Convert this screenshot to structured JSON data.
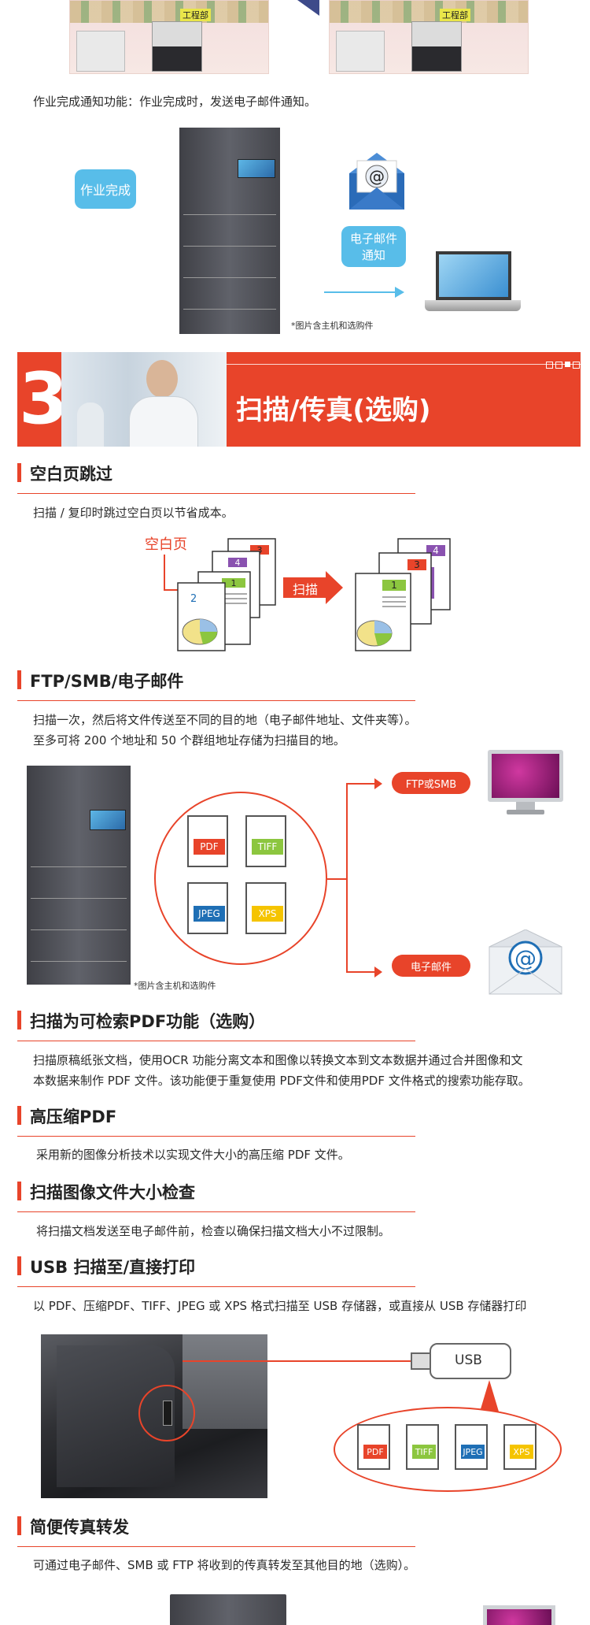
{
  "top": {
    "tag_left": "工程部",
    "tag_right": "工程部"
  },
  "job_notice": {
    "text": "作业完成通知功能：作业完成时，发送电子邮件通知。",
    "badge": "作业完成",
    "email_label_1": "电子邮件",
    "email_label_2": "通知",
    "note": "*图片含主机和选购件"
  },
  "banner": {
    "number": "3",
    "title": "扫描/传真(选购)"
  },
  "sections": {
    "blank": {
      "title": "空白页跳过",
      "text": "扫描 / 复印时跳过空白页以节省成本。",
      "blank_label": "空白页",
      "arrow_label": "扫描",
      "pages_left": [
        "2",
        "1",
        "4",
        "3"
      ],
      "pages_right": [
        "1",
        "3",
        "4"
      ]
    },
    "ftp": {
      "title": "FTP/SMB/电子邮件",
      "text1": "扫描一次，然后将文件传送至不同的目的地（电子邮件地址、文件夹等）。",
      "text2": "至多可将 200 个地址和 50 个群组地址存储为扫描目的地。",
      "dest1": "FTP或SMB",
      "dest2": "电子邮件",
      "formats": [
        "PDF",
        "TIFF",
        "JPEG",
        "XPS"
      ],
      "note": "*图片含主机和选购件"
    },
    "pdf_search": {
      "title": "扫描为可检索PDF功能（选购）",
      "text1": "扫描原稿纸张文档，使用OCR   功能分离文本和图像以转换文本到文本数据并通过合并图像和文",
      "text2": "本数据来制作 PDF 文件。该功能便于重复使用 PDF文件和使用PDF 文件格式的搜索功能存取。"
    },
    "hc_pdf": {
      "title": "高压缩PDF",
      "text": "采用新的图像分析技术以实现文件大小的高压缩 PDF 文件。"
    },
    "size_check": {
      "title": "扫描图像文件大小检查",
      "text": "将扫描文档发送至电子邮件前，检查以确保扫描文档大小不过限制。"
    },
    "usb": {
      "title": "USB 扫描至/直接打印",
      "text": "以 PDF、压缩PDF、TIFF、JPEG 或 XPS 格式扫描至 USB 存储器，或直接从 USB 存储器打印",
      "usb_label": "USB",
      "formats": [
        "PDF",
        "TIFF",
        "JPEG",
        "XPS"
      ]
    },
    "fax": {
      "title": "简便传真转发",
      "text": "可通过电子邮件、SMB 或 FTP 将收到的传真转发至其他目的地（选购）。"
    }
  },
  "colors": {
    "accent": "#e8442a",
    "pdf": "#e8442a",
    "tiff": "#8cc63f",
    "jpeg": "#1f6fb5",
    "xps": "#f5c400",
    "blue_badge": "#58bde9"
  }
}
